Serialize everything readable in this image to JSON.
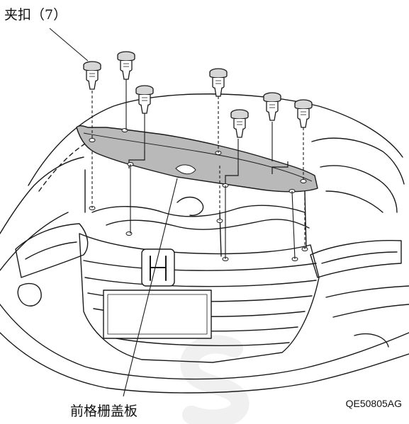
{
  "labels": {
    "clip": "夹扣（7）",
    "cover": "前格栅盖板",
    "figure_code": "QE50805AG"
  },
  "clips": {
    "count": 7
  },
  "colors": {
    "ink": "#1a1a1a",
    "cover_fill": "#b9b9b9",
    "clip_fill": "#d6d6d6",
    "watermark": "#f2f2f2"
  }
}
